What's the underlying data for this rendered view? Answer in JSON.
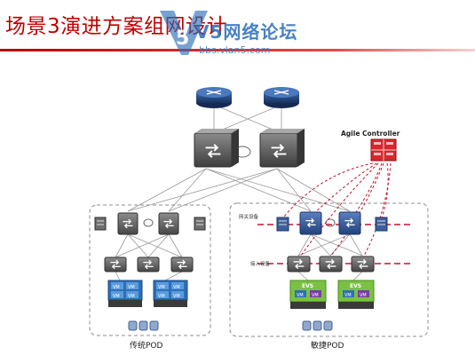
{
  "slide": {
    "title": "场景3演进方案组网设计"
  },
  "watermark": {
    "brand": "V5网络论坛",
    "url": "bbs.vlan5.com"
  },
  "diagram": {
    "controller_label": "Agile Controller",
    "pod_traditional_label": "传统POD",
    "pod_agile_label": "敏捷POD",
    "overlay_label_top": "网关设备",
    "overlay_label_bottom": "接入设备",
    "vm_label": "VM",
    "evs_label": "EVS",
    "colors": {
      "title": "#c00000",
      "controller": "#d9272e",
      "vxlan_dash": "#c8102e",
      "router": "#1e3f7a",
      "switch": "#5c5c5c",
      "server_vm": "#2d6fb7",
      "evs": "#7ac142",
      "pod_border": "#8c8c8c"
    },
    "icons": [
      "router-icon",
      "core-switch-icon",
      "aggregation-switch-icon",
      "access-switch-icon",
      "firewall-icon",
      "server-icon",
      "storage-icon",
      "controller-icon"
    ]
  }
}
